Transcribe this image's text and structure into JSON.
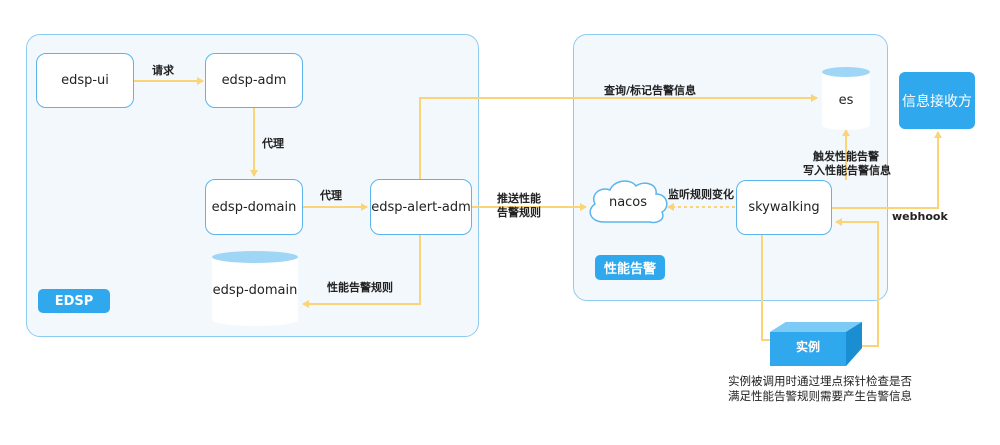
{
  "regions": {
    "edsp_tag": "EDSP",
    "perf_tag": "性能告警"
  },
  "nodes": {
    "edsp_ui": "edsp-ui",
    "edsp_adm": "edsp-adm",
    "edsp_domain": "edsp-domain",
    "edsp_alert_adm": "edsp-alert-adm",
    "edsp_domain_db": "edsp-domain",
    "nacos": "nacos",
    "skywalking": "skywalking",
    "es": "es",
    "receiver": "信息接收方",
    "instance": "实例"
  },
  "edges": {
    "request": "请求",
    "proxy1": "代理",
    "proxy2": "代理",
    "perf_rules": "性能告警规则",
    "push_rules_1": "推送性能",
    "push_rules_2": "告警规则",
    "query_mark": "查询/标记告警信息",
    "listen": "监听规则变化",
    "trigger_1": "触发性能告警",
    "trigger_2": "写入性能告警信息",
    "webhook": "webhook"
  },
  "notes": {
    "instance_note_1": "实例被调用时通过埋点探针检查是否",
    "instance_note_2": "满足性能告警规则需要产生告警信息"
  },
  "colors": {
    "arrow": "#fcd478",
    "node_border": "#5bb5ec",
    "tag_bg": "#2fa8ee",
    "region_bg": "#f3f8fd"
  }
}
